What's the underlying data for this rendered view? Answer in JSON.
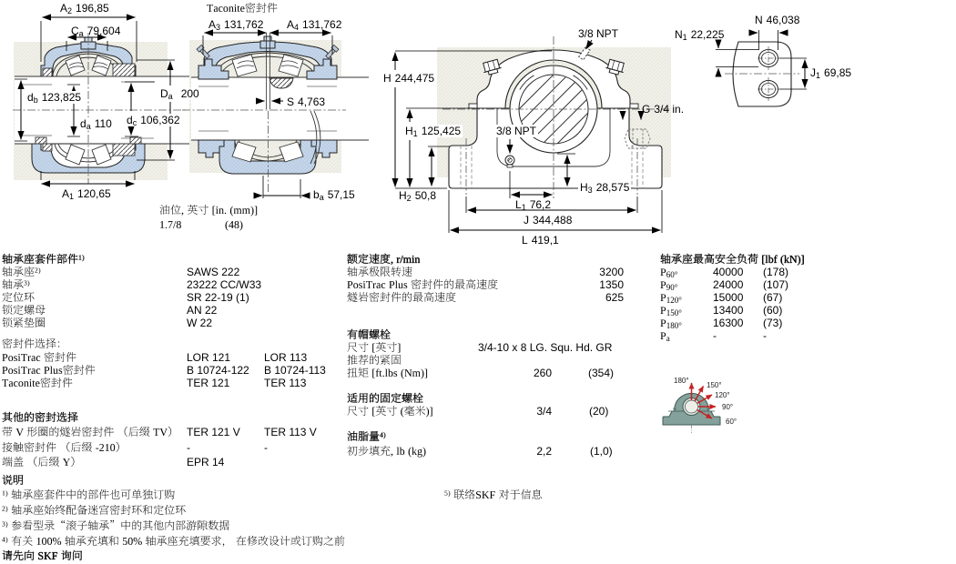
{
  "drawings": {
    "side_section": {
      "dims": {
        "A2": {
          "base": "A",
          "sub": "2",
          "value": "196,85"
        },
        "Ca": {
          "base": "C",
          "sub": "a",
          "value": "79,604"
        },
        "db": {
          "base": "d",
          "sub": "b",
          "value": "123,825"
        },
        "da": {
          "base": "d",
          "sub": "a",
          "value": "110"
        },
        "dc": {
          "base": "d",
          "sub": "c",
          "value": "106,362"
        },
        "Da": {
          "base": "D",
          "sub": "a",
          "value": "200"
        },
        "A1": {
          "base": "A",
          "sub": "1",
          "value": "120,65"
        }
      }
    },
    "taconite_section": {
      "title": "Taconite密封件",
      "dims": {
        "A3": {
          "base": "A",
          "sub": "3",
          "value": "131,762"
        },
        "A4": {
          "base": "A",
          "sub": "4",
          "value": "131,762"
        },
        "S": {
          "base": "S",
          "sub": "",
          "value": "4,763"
        },
        "ba": {
          "base": "b",
          "sub": "a",
          "value": "57,15"
        }
      },
      "oil_level": {
        "label": "油位, 英寸 [in. (mm)]",
        "inch": "1.7/8",
        "mm": "(48)"
      }
    },
    "front_view": {
      "dims": {
        "npt_top": "3/8 NPT",
        "npt_side": "3/8 NPT",
        "H": {
          "base": "H",
          "sub": "",
          "value": "244,475"
        },
        "H1": {
          "base": "H",
          "sub": "1",
          "value": "125,425"
        },
        "G": {
          "base": "G",
          "sub": "",
          "value": "3/4 in."
        },
        "H2": {
          "base": "H",
          "sub": "2",
          "value": "50,8"
        },
        "H3": {
          "base": "H",
          "sub": "3",
          "value": "28,575"
        },
        "L1": {
          "base": "L",
          "sub": "1",
          "value": "76,2"
        },
        "J": {
          "base": "J",
          "sub": "",
          "value": "344,488"
        },
        "L": {
          "base": "L",
          "sub": "",
          "value": "419,1"
        }
      }
    },
    "foot_view": {
      "dims": {
        "N": {
          "base": "N",
          "sub": "",
          "value": "46,038"
        },
        "N1": {
          "base": "N",
          "sub": "1",
          "value": "22,225"
        },
        "J1": {
          "base": "J",
          "sub": "1",
          "value": "69,85"
        }
      }
    },
    "load_diagram": {
      "angles": [
        "180°",
        "150°",
        "120°",
        "90°",
        "60°"
      ]
    }
  },
  "housing_parts": {
    "header": "轴承座套件部件¹⁾",
    "rows": [
      {
        "label": "轴承座²⁾",
        "value": "SAWS 222"
      },
      {
        "label": "轴承³⁾",
        "value": "23222 CC/W33"
      },
      {
        "label": "定位环",
        "value": "SR 22-19 (1)"
      },
      {
        "label": "锁定螺母",
        "value": "AN 22"
      },
      {
        "label": "锁紧垫圈",
        "value": "W 22"
      }
    ]
  },
  "seal_selection": {
    "header": "密封件选择：",
    "rows": [
      {
        "label": "PosiTrac 密封件",
        "value1": "LOR 121",
        "value2": "LOR 113"
      },
      {
        "label": "PosiTrac Plus密封件",
        "value1": "B 10724-122",
        "value2": "B 10724-113"
      },
      {
        "label": "Taconite密封件",
        "value1": "TER 121",
        "value2": "TER 113"
      }
    ]
  },
  "other_seals": {
    "header": "其他的密封选择",
    "rows": [
      {
        "label": "带 V 形圈的燧岩密封件 （后缀 TV）",
        "value1": "TER 121 V",
        "value2": "TER 113 V"
      },
      {
        "label": "接触密封件 （后缀 -210）",
        "value1": "-",
        "value2": "-"
      },
      {
        "label": "端盖 （后缀 Y）",
        "value1": "EPR 14",
        "value2": ""
      }
    ]
  },
  "notes": {
    "header": "说明",
    "items": [
      "¹⁾ 轴承座套件中的部件也可单独订购",
      "²⁾ 轴承座始终配备迷宫密封环和定位环",
      "³⁾ 参看型录“滚子轴承”中的其他内部游隙数据",
      "⁴⁾ 有关 100% 轴承充填和 50% 轴承座充填要求， 在修改设计或订购之前"
    ],
    "footer": "请先向 SKF 询问",
    "contact": "⁵⁾ 联络SKF 对于信息"
  },
  "speed_ratings": {
    "header": "额定速度, r/min",
    "rows": [
      {
        "label": "轴承极限转速",
        "value": "3200"
      },
      {
        "label": "PosiTrac Plus 密封件的最高速度",
        "value": "1350"
      },
      {
        "label": "燧岩密封件的最高速度",
        "value": "625"
      }
    ]
  },
  "cap_bolts": {
    "header": "有帽螺栓",
    "size_label": "尺寸 [英寸]",
    "size_value": "3/4-10 x 8 LG. Squ. Hd. GR",
    "torque_label1": "推荐的紧固",
    "torque_label2": "扭矩 [ft.lbs (Nm)]",
    "torque_value": "260",
    "torque_metric": "(354)"
  },
  "attachment_bolts": {
    "header": "适用的固定螺栓",
    "size_label": "尺寸 [英寸 (毫米)]",
    "size_value": "3/4",
    "size_metric": "(20)"
  },
  "grease": {
    "header": "油脂量⁴⁾",
    "fill_label": "初步填充, lb (kg)",
    "fill_value": "2,2",
    "fill_metric": "(1,0)"
  },
  "load_ratings": {
    "header": "轴承座最高安全负荷 [lbf (kN)]",
    "rows": [
      {
        "base": "P",
        "sub": "60°",
        "value": "40000",
        "metric": "(178)"
      },
      {
        "base": "P",
        "sub": "90°",
        "value": "24000",
        "metric": "(107)"
      },
      {
        "base": "P",
        "sub": "120°",
        "value": "15000",
        "metric": "(67)"
      },
      {
        "base": "P",
        "sub": "150°",
        "value": "13400",
        "metric": "(60)"
      },
      {
        "base": "P",
        "sub": "180°",
        "value": "16300",
        "metric": "(73)"
      },
      {
        "base": "P",
        "sub": "a",
        "value": "-",
        "metric": "-"
      }
    ]
  },
  "colors": {
    "housing_blue": "#c3d4e7",
    "background_gray": "#f0f0ea",
    "teal_housing": "#84a19c",
    "load_arrow_red": "#c52222",
    "line_dark": "#1c1c1c"
  }
}
